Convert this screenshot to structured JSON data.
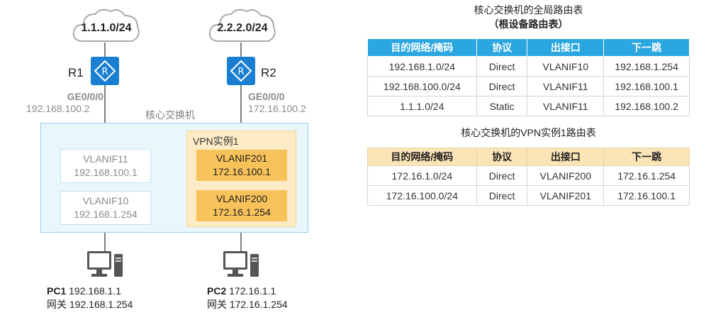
{
  "clouds": [
    {
      "label": "1.1.1.0/24"
    },
    {
      "label": "2.2.2.0/24"
    }
  ],
  "routers": [
    {
      "name": "R1",
      "port": "GE0/0/0",
      "ip": "192.168.100.2"
    },
    {
      "name": "R2",
      "port": "GE0/0/0",
      "ip": "172.16.100.2"
    }
  ],
  "core_switch": {
    "title": "核心交换机",
    "vlanifs": [
      {
        "name": "VLANIF11",
        "ip": "192.168.100.1"
      },
      {
        "name": "VLANIF10",
        "ip": "192.168.1.254"
      }
    ],
    "vpn": {
      "title": "VPN实例1",
      "vlanifs": [
        {
          "name": "VLANIF201",
          "ip": "172.16.100.1"
        },
        {
          "name": "VLANIF200",
          "ip": "172.16.1.254"
        }
      ]
    }
  },
  "pcs": [
    {
      "name": "PC1",
      "ip": "192.168.1.1",
      "gw_label": "网关",
      "gw": "192.168.1.254"
    },
    {
      "name": "PC2",
      "ip": "172.16.1.1",
      "gw_label": "网关",
      "gw": "172.16.1.254"
    }
  ],
  "global_table": {
    "title": "核心交换机的全局路由表",
    "subtitle": "（根设备路由表）",
    "headers": [
      "目的网络/掩码",
      "协议",
      "出接口",
      "下一跳"
    ],
    "rows": [
      [
        "192.168.1.0/24",
        "Direct",
        "VLANIF10",
        "192.168.1.254"
      ],
      [
        "192.168.100.0/24",
        "Direct",
        "VLANIF11",
        "192.168.100.1"
      ],
      [
        "1.1.1.0/24",
        "Static",
        "VLANIF11",
        "192.168.100.2"
      ]
    ]
  },
  "vpn_table": {
    "title": "核心交换机的VPN实例1路由表",
    "headers": [
      "目的网络/掩码",
      "协议",
      "出接口",
      "下一跳"
    ],
    "rows": [
      [
        "172.16.1.0/24",
        "Direct",
        "VLANIF200",
        "172.16.1.254"
      ],
      [
        "172.16.100.0/24",
        "Direct",
        "VLANIF201",
        "172.16.100.1"
      ]
    ]
  },
  "colors": {
    "router": "#1a7fd0",
    "switch_bg": "#e9f6fc",
    "vpn_bg": "#fcebc4",
    "vpn_if": "#f8c25a",
    "table1_header": "#2aa6e0",
    "table2_header": "#fbe4b6"
  }
}
